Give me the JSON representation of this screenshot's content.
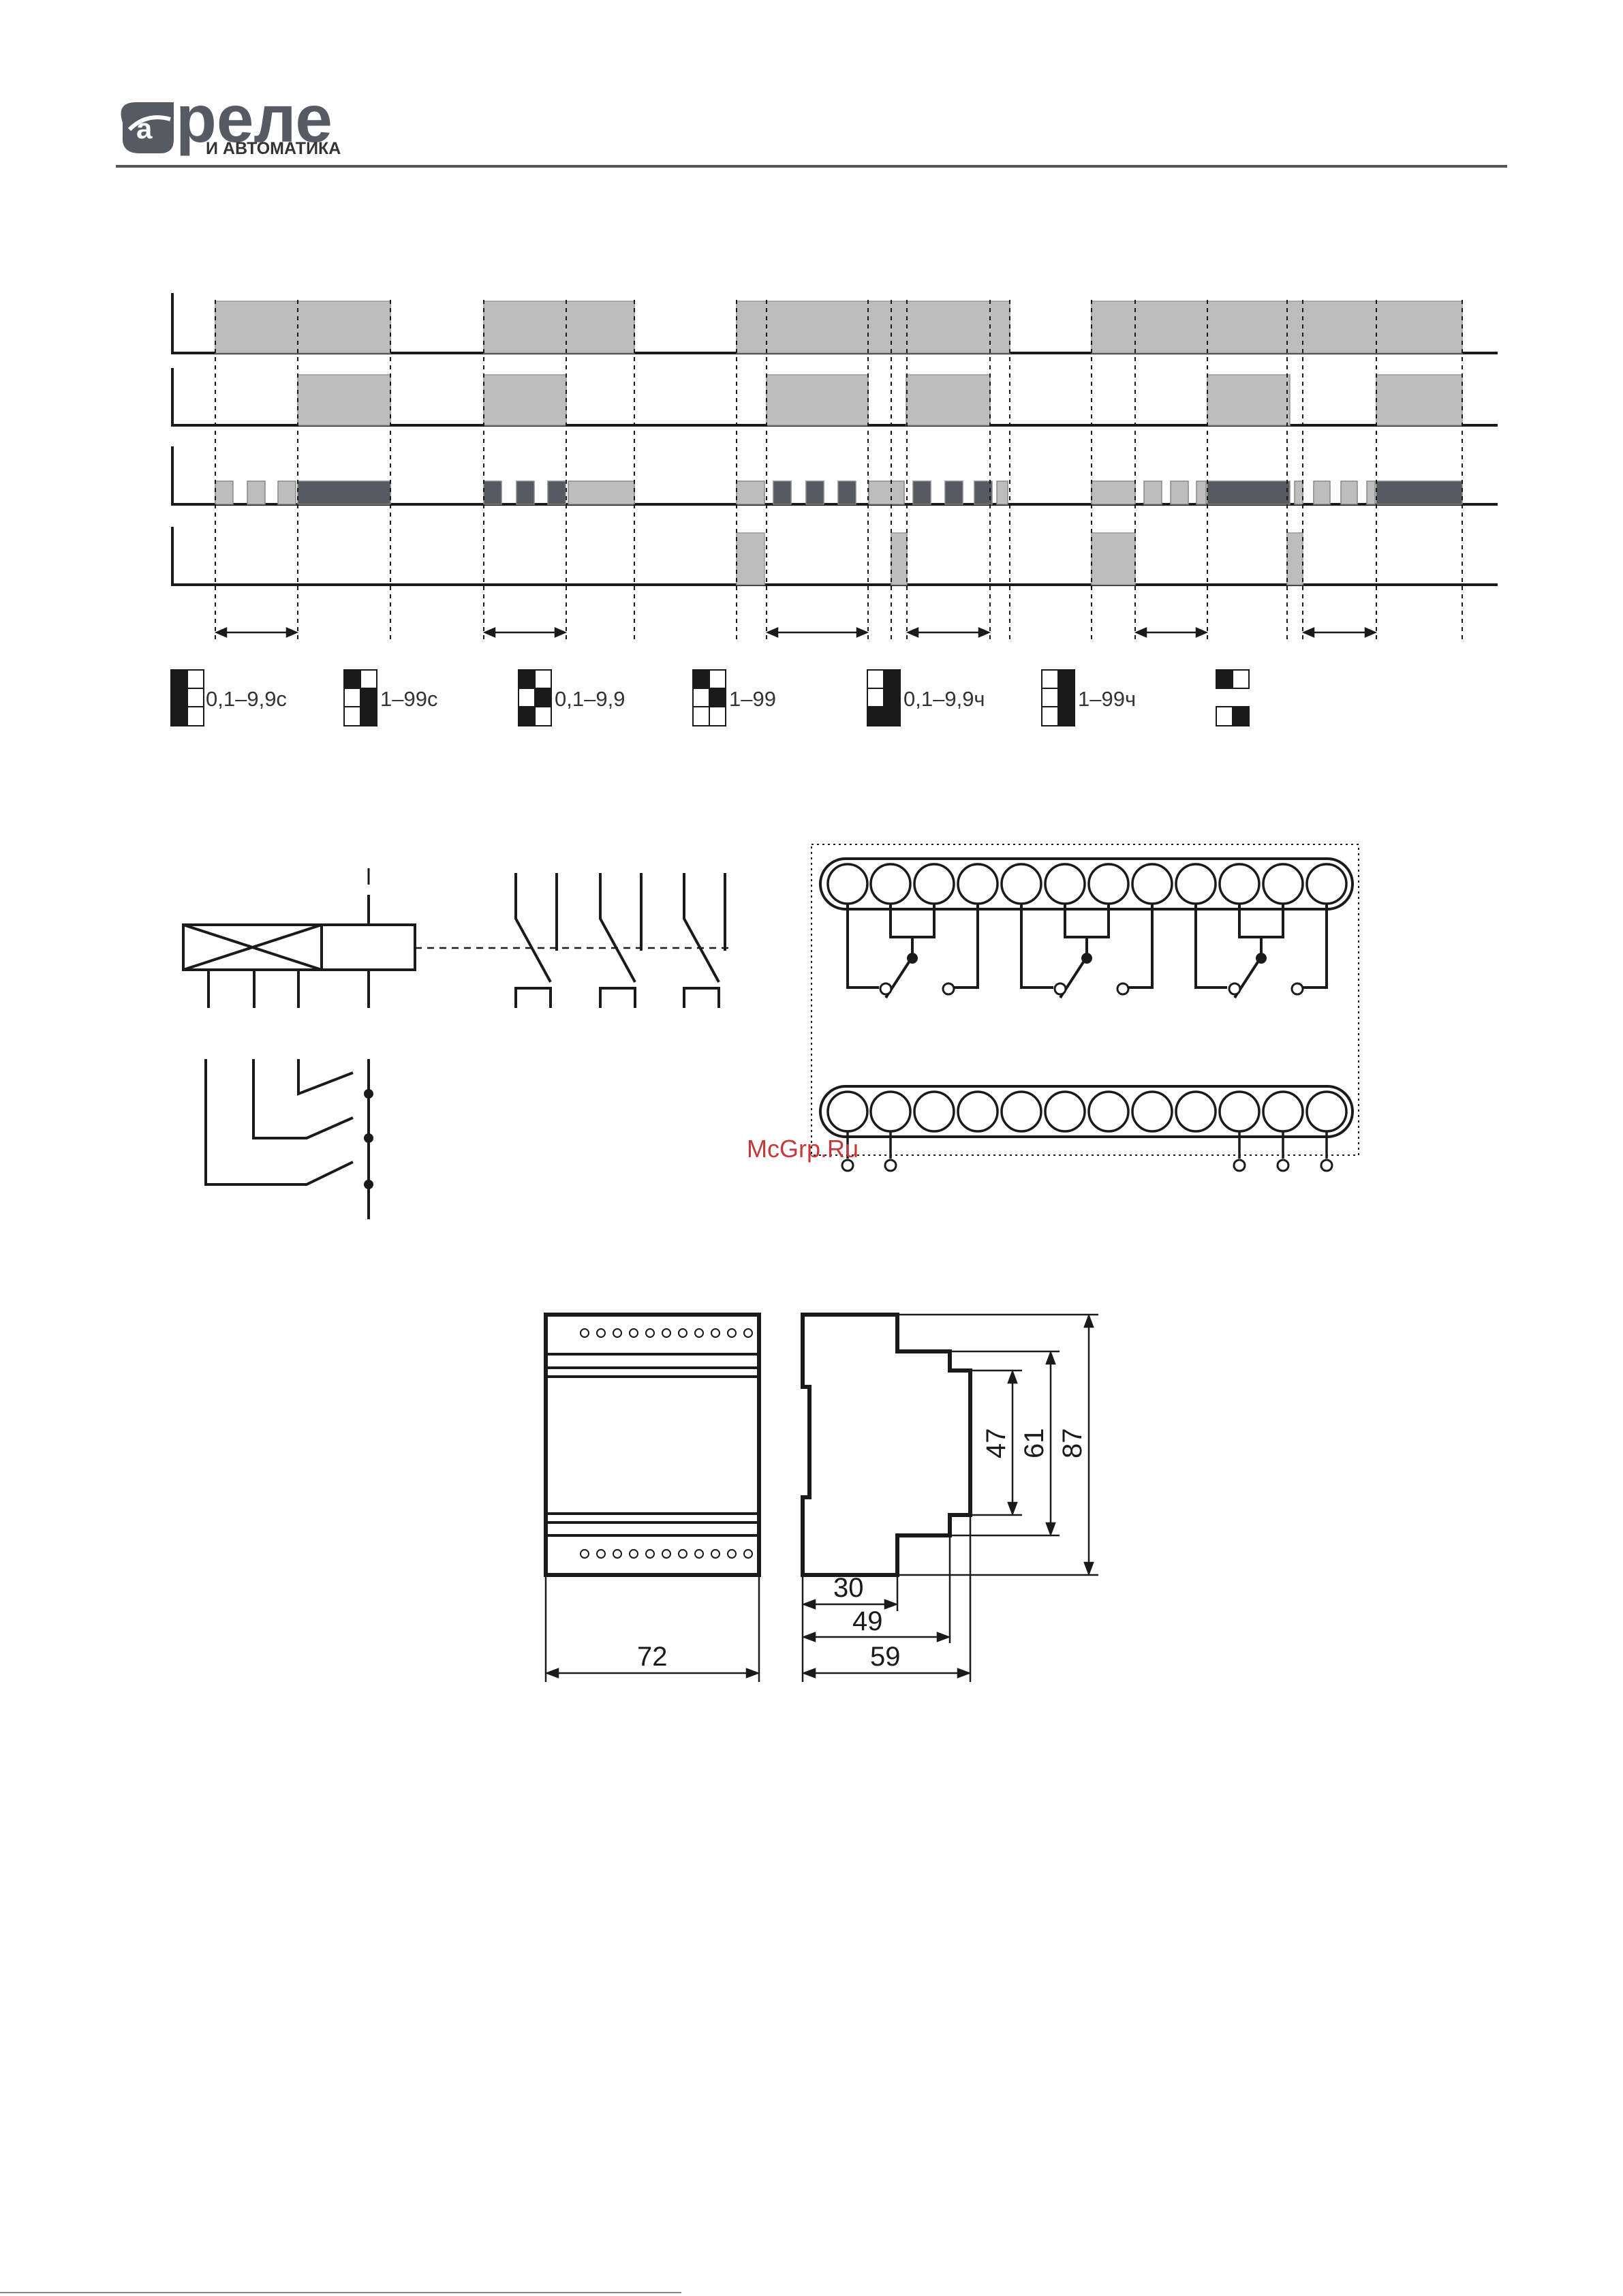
{
  "header": {
    "brand_main": "реле",
    "brand_sub": "И АВТОМАТИКА"
  },
  "legend": {
    "items": [
      "0,1–9,9с",
      "1–99с",
      "0,1–9,9",
      "1–99",
      "0,1–9,9ч",
      "1–99ч"
    ]
  },
  "watermark": "McGrp.Ru",
  "dimensions": {
    "front_width": "72",
    "side_30": "30",
    "side_49": "49",
    "side_59": "59",
    "height_47": "47",
    "height_61": "61",
    "height_87": "87"
  },
  "colors": {
    "light_gray": "#bdbdbd",
    "dark_gray": "#555a63",
    "line": "#1a1a1a"
  }
}
